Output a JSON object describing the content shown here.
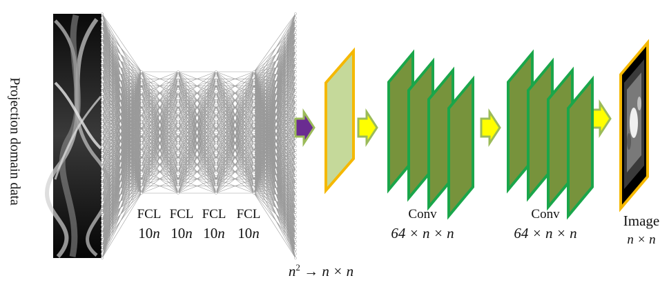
{
  "side_label": "Projection domain data",
  "fcl_layers": [
    {
      "name": "FCL",
      "size": "10",
      "var": "n"
    },
    {
      "name": "FCL",
      "size": "10",
      "var": "n"
    },
    {
      "name": "FCL",
      "size": "10",
      "var": "n"
    },
    {
      "name": "FCL",
      "size": "10",
      "var": "n"
    }
  ],
  "reshape": {
    "from_base": "n",
    "from_exp": "2",
    "arrow": "→",
    "to": "n × n"
  },
  "conv1": {
    "title": "Conv",
    "dims": "64 × n × n"
  },
  "conv2": {
    "title": "Conv",
    "dims": "64 × n × n"
  },
  "output": {
    "title": "Image",
    "dims": "n × n"
  },
  "colors": {
    "net_lines": "#9a9a9a",
    "arrow_purple": "#6a2c91",
    "arrow_yellow": "#ffff00",
    "arrow_border": "#9bbb59",
    "input_plane_fill": "#c5d99a",
    "plane_border": "#f5b800",
    "conv_fill": "#77933c",
    "conv_border": "#1aa64a"
  }
}
